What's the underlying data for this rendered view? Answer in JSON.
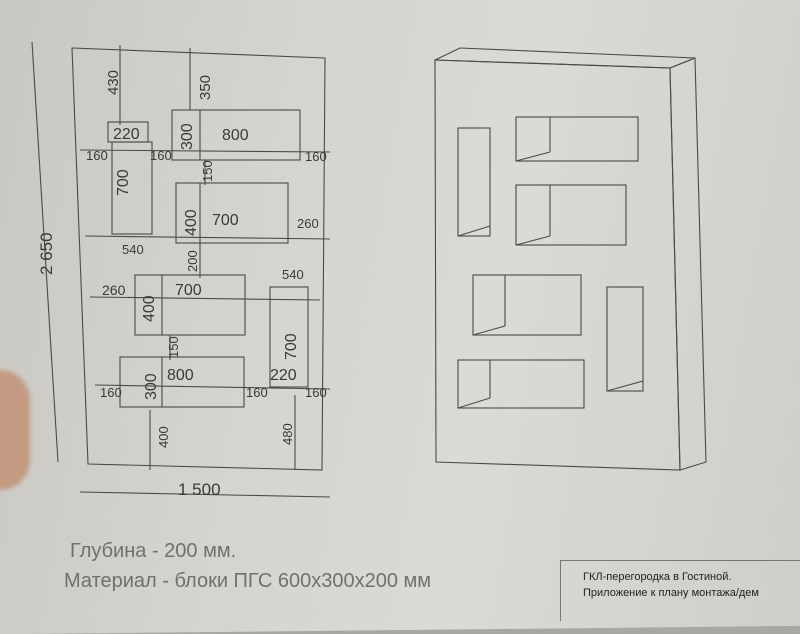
{
  "drawing": {
    "overall_height": "2 650",
    "overall_width": "1 500",
    "dimensions": {
      "d430": "430",
      "d350": "350",
      "d220_top": "220",
      "d300_top": "300",
      "d800_top": "800",
      "d160_a": "160",
      "d160_b": "160",
      "d160_c": "160",
      "d700_left": "700",
      "d150_a": "150",
      "d400_mid": "400",
      "d700_mid": "700",
      "d260_right": "260",
      "d540_a": "540",
      "d200": "200",
      "d540_b": "540",
      "d260_left": "260",
      "d700_low": "700",
      "d400_low": "400",
      "d700_right": "700",
      "d150_b": "150",
      "d160_d": "160",
      "d300_low": "300",
      "d800_low": "800",
      "d220_low": "220",
      "d160_e": "160",
      "d160_f": "160",
      "d400_bottom": "400",
      "d480": "480"
    }
  },
  "notes": {
    "depth": "Глубина - 200 мм.",
    "material": "Материал - блоки ПГС 600х300х200 мм"
  },
  "title_block": {
    "line1": "ГКЛ-перегородка в Гостиной.",
    "line2": "Приложение к плану монтажа/дем"
  }
}
